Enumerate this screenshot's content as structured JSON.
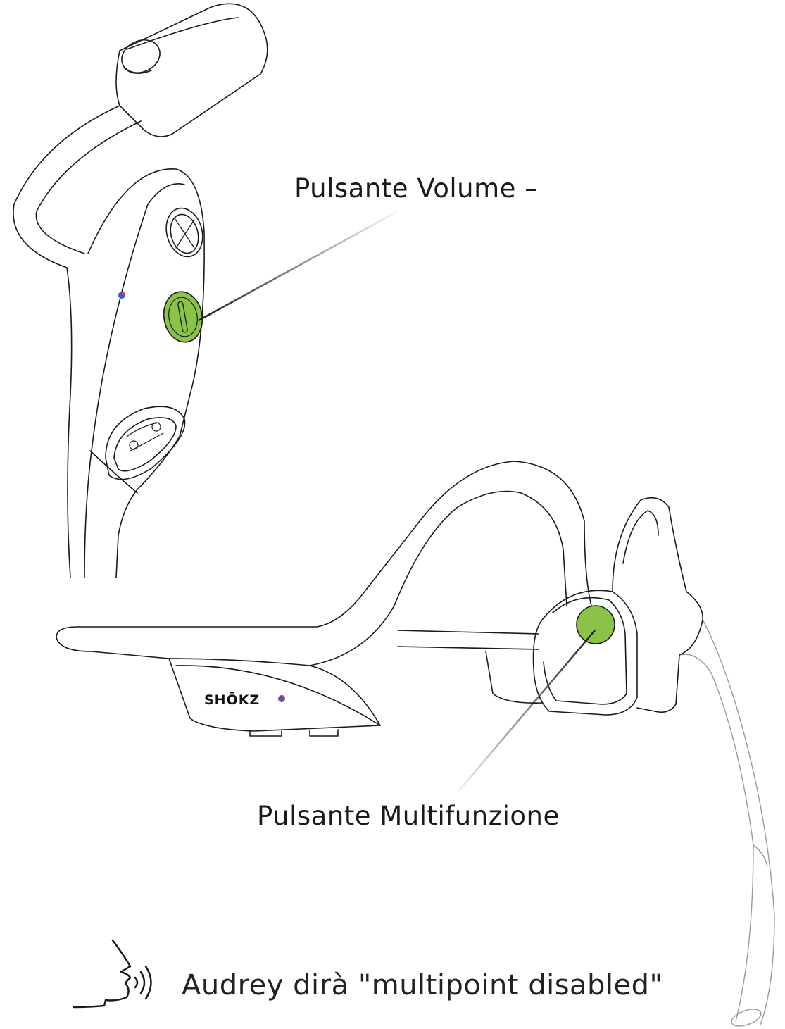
{
  "labels": {
    "volume_minus": "Pulsante Volume –",
    "multifunction": "Pulsante Multifunzione",
    "voice_prompt": "Audrey dirà \"multipoint disabled\""
  },
  "brand": "SHŌKZ",
  "colors": {
    "highlight": "#8BC34A",
    "outline": "#1a1a1a",
    "led_blue": "#3a5bd9",
    "led_red": "#e03a3a"
  },
  "icons": {
    "speaking_head": "speaking-head-icon"
  }
}
